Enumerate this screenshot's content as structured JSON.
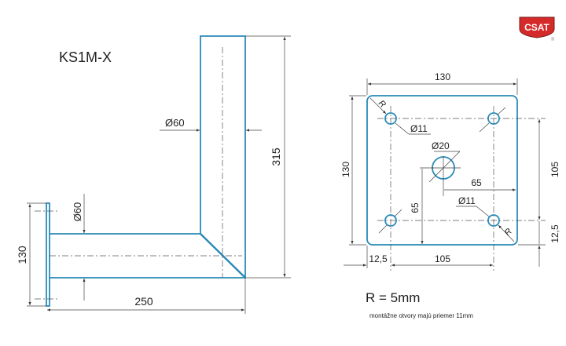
{
  "title": "KS1M-X",
  "brand": {
    "logo_text": "CSAT",
    "registered": "®",
    "logo_color": "#d42a2a"
  },
  "side_view": {
    "mast_diameter": "Ø60",
    "arm_diameter": "Ø60",
    "height": "315",
    "length": "250",
    "plate_height": "130"
  },
  "plate_view": {
    "width": "130",
    "height": "130",
    "hole_spacing_v": "105",
    "hole_spacing_h": "105",
    "edge_offset_bottom": "12,5",
    "edge_offset_right": "12,5",
    "center_offset_h": "65",
    "center_offset_v": "65",
    "center_hole": "Ø20",
    "hole_label_1": "Ø11",
    "hole_label_2": "Ø11",
    "radius_label_1": "R",
    "radius_label_2": "R"
  },
  "notes": {
    "radius": "R = 5mm",
    "holes": "montážne otvory majú priemer 11mm"
  },
  "colors": {
    "part": "#2a8ab8",
    "dim": "#444444"
  }
}
